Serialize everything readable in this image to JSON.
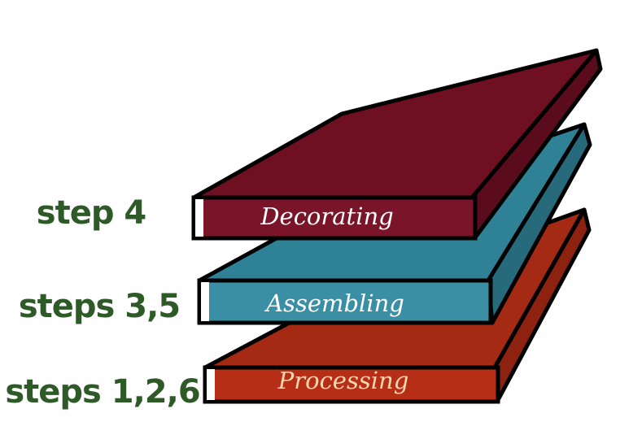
{
  "layers": [
    {
      "label": "Decorating",
      "step_label": "step 4",
      "colors": {
        "top": "#6e0f22",
        "side": "#5a0c1c",
        "front": "#7a1428",
        "text": "#ffffff"
      }
    },
    {
      "label": "Assembling",
      "step_label": "steps 3,5",
      "colors": {
        "top": "#2f8196",
        "side": "#266a7c",
        "front": "#3b8fa5",
        "text": "#ffffff"
      }
    },
    {
      "label": "Processing",
      "step_label": "steps 1,2,6",
      "colors": {
        "top": "#a52a14",
        "side": "#8e2210",
        "front": "#b52e15",
        "text": "#ffd6b0"
      }
    }
  ],
  "colors": {
    "outline": "#000000",
    "step_text": "#2e5a28",
    "pages": "#ffffff"
  }
}
